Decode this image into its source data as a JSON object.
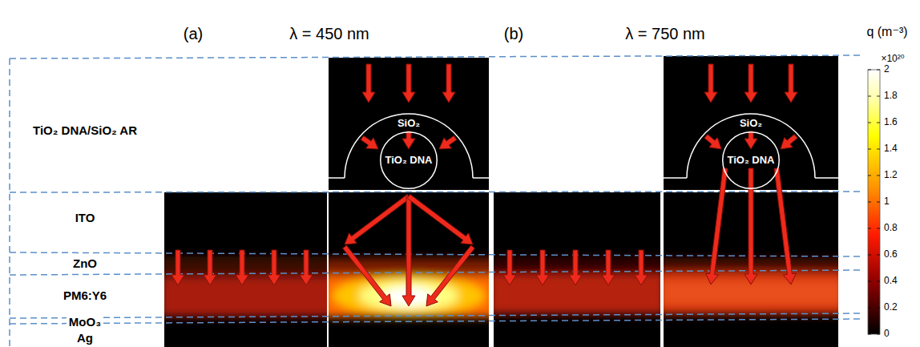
{
  "diagram": {
    "nodes": [
      {
        "text": [
          "SiO₂"
        ]
      },
      {
        "text": [
          "TiO₂ DNA"
        ],
        "in": 0
      },
      {
        "text": [
          "SiO₂"
        ]
      },
      {
        "text": [
          "TiO₂ DNA"
        ],
        "in": 2
      }
    ],
    "labels": [
      "(a)",
      "λ = 450 nm",
      "(b)",
      "λ = 750 nm",
      "q (m⁻³)",
      "×10²⁰",
      "2",
      "1.8",
      "1.6",
      "1.4",
      "1.2",
      "1",
      "0.8",
      "0.6",
      "0.4",
      "0.2",
      "0",
      "TiO₂ DNA/SiO₂ AR",
      "ITO",
      "ZnO",
      "PM6:Y6",
      "MoO₃",
      "Ag"
    ]
  }
}
